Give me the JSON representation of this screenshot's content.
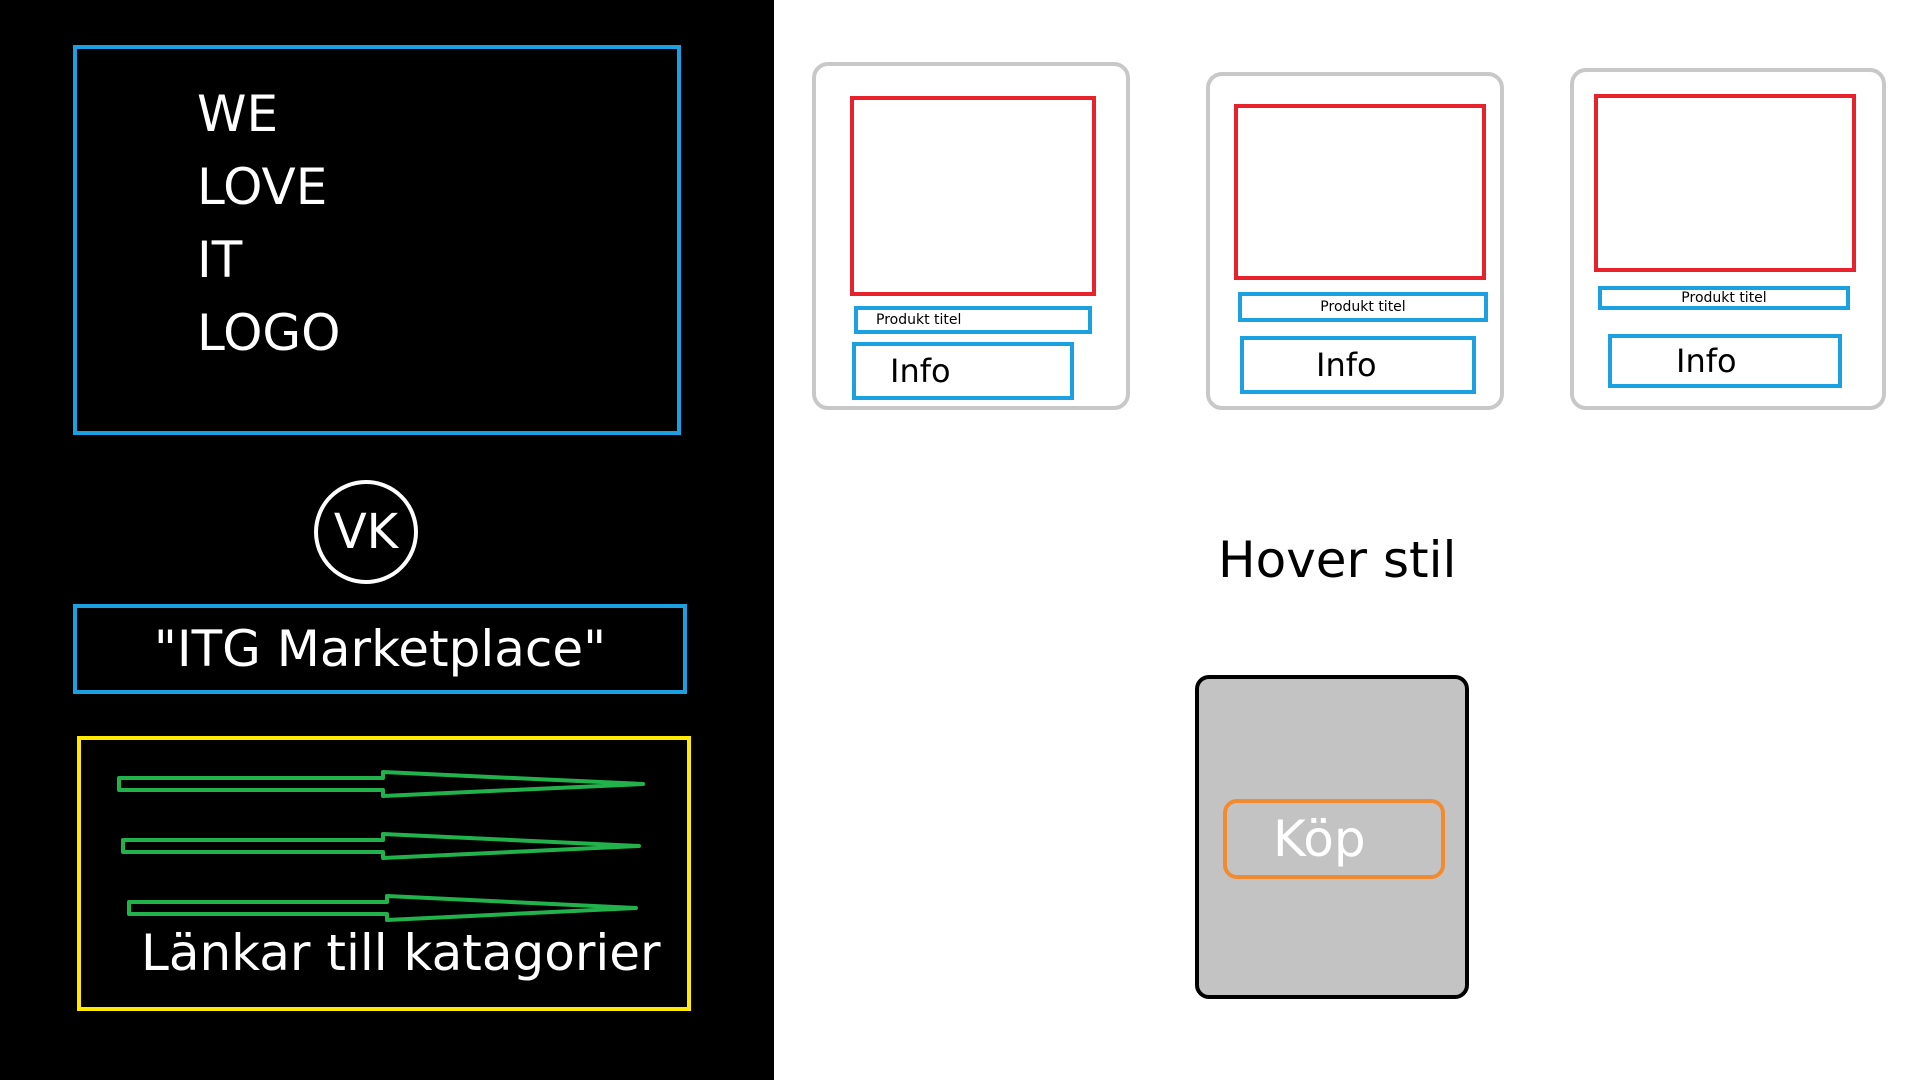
{
  "sidebar": {
    "logo_lines": [
      "WE",
      "LOVE",
      "IT",
      "LOGO"
    ],
    "avatar_initials": "VK",
    "site_name": "\"ITG Marketplace\"",
    "categories_label": "Länkar till katagorier"
  },
  "products": [
    {
      "title": "Produkt titel",
      "info_label": "Info"
    },
    {
      "title": "Produkt titel",
      "info_label": "Info"
    },
    {
      "title": "Produkt titel",
      "info_label": "Info"
    }
  ],
  "hover_section": {
    "heading": "Hover stil",
    "buy_label": "Köp"
  },
  "colors": {
    "sidebar_background": "#000000",
    "outline_blue": "#1ba1e2",
    "outline_yellow": "#ffea00",
    "arrow_green": "#22b24c",
    "image_red": "#e8222b",
    "card_border_gray": "#c8c8c8",
    "hover_card_fill": "#c3c3c3",
    "buy_button_orange": "#f28a30"
  }
}
